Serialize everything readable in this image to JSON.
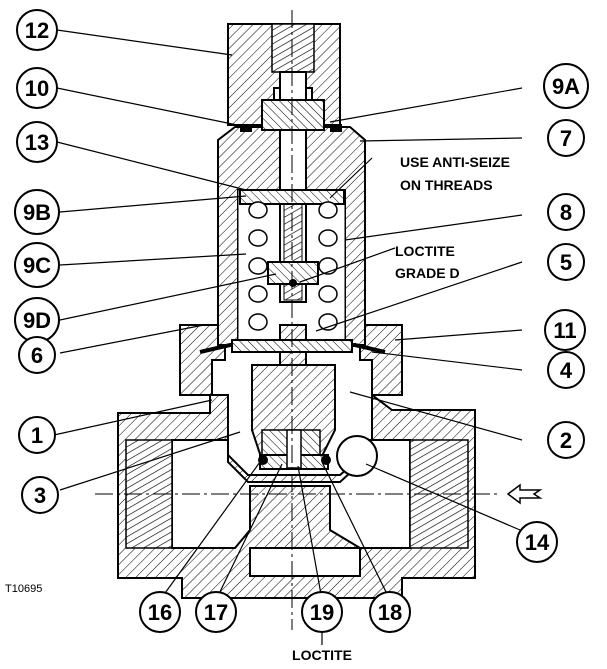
{
  "figure_id": "T10695",
  "notes": {
    "anti_seize_line1": "USE ANTI-SEIZE",
    "anti_seize_line2": "ON THREADS",
    "loctite_d_line1": "LOCTITE",
    "loctite_d_line2": "GRADE D",
    "loctite_bottom": "LOCTITE"
  },
  "callouts": {
    "c12": "12",
    "c10": "10",
    "c13": "13",
    "c9b": "9B",
    "c9c": "9C",
    "c9d": "9D",
    "c6": "6",
    "c1": "1",
    "c3": "3",
    "c16": "16",
    "c17": "17",
    "c19": "19",
    "c18": "18",
    "c14": "14",
    "c2": "2",
    "c4": "4",
    "c11": "11",
    "c5": "5",
    "c8": "8",
    "c7": "7",
    "c9a": "9A"
  }
}
